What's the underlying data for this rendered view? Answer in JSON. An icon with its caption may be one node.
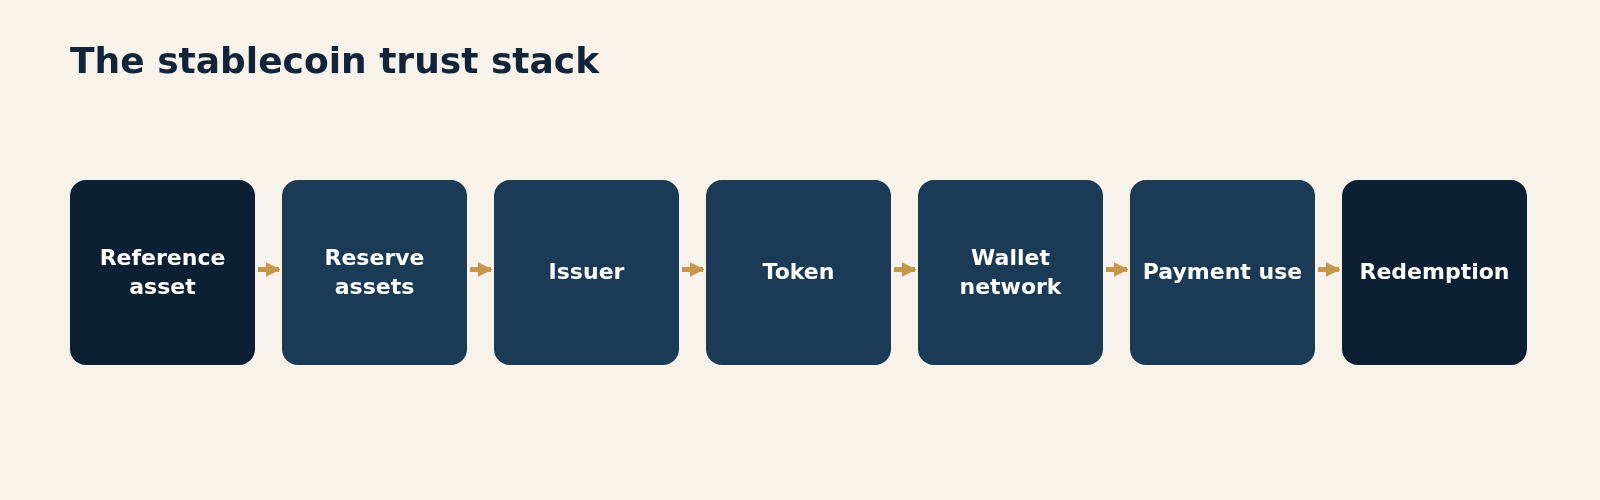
{
  "diagram": {
    "title": "The stablecoin trust stack",
    "nodes": [
      {
        "text": [
          "Reference asset"
        ]
      },
      {
        "text": [
          "Reserve assets"
        ]
      },
      {
        "text": [
          "Issuer"
        ]
      },
      {
        "text": [
          "Token"
        ]
      },
      {
        "text": [
          "Wallet network"
        ]
      },
      {
        "text": [
          "Payment use"
        ]
      },
      {
        "text": [
          "Redemption"
        ]
      }
    ],
    "edges": [
      {
        "from": 0,
        "to": 1,
        "arrow": "to"
      },
      {
        "from": 1,
        "to": 2,
        "arrow": "to"
      },
      {
        "from": 2,
        "to": 3,
        "arrow": "to"
      },
      {
        "from": 3,
        "to": 4,
        "arrow": "to"
      },
      {
        "from": 4,
        "to": 5,
        "arrow": "to"
      },
      {
        "from": 5,
        "to": 6,
        "arrow": "to"
      }
    ]
  }
}
